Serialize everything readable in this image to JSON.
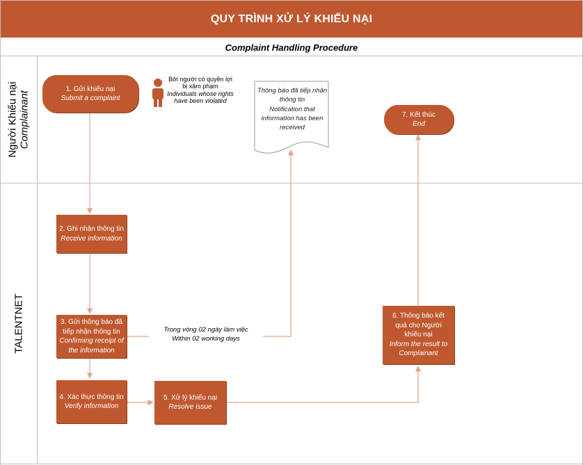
{
  "header": {
    "title": "QUY TRÌNH XỬ LÝ KHIẾU NẠI",
    "subtitle": "Complaint Handling Procedure"
  },
  "lanes": {
    "complainant_vi": "Người Khiếu nại",
    "complainant_en": "Complainant",
    "talentnet": "TALENTNET"
  },
  "nodes": {
    "n1": {
      "vi": "1. Gửi khiếu nại",
      "en": "Submit a complaint"
    },
    "n2": {
      "vi": "2. Ghi nhận thông tin",
      "en": "Receive information"
    },
    "n3": {
      "vi": "3. Gửi thông báo đã tiếp nhận thông tin",
      "en": "Confirming receipt of the information"
    },
    "n4": {
      "vi": "4. Xác thực thông tin",
      "en": "Verify information"
    },
    "n5": {
      "vi": "5. Xử lý khiếu nại",
      "en": "Resolve issue"
    },
    "n6": {
      "vi": "6. Thông báo kết quả cho Người khiếu nại",
      "en": "Inform the result to Complainant"
    },
    "n7": {
      "vi": "7. Kết thúc",
      "en": "End"
    }
  },
  "actor": {
    "vi": "Bởi người có quyền lợi bị xâm phạm",
    "en": "Individuals whose rights have been violated"
  },
  "document": {
    "vi": "Thông báo đã tiếp nhận thông tin",
    "en": "Notification that information has been received"
  },
  "edge_label": {
    "vi": "Trong vòng 02 ngày làm việc",
    "en": "Within 02 working days"
  },
  "colors": {
    "accent": "#c0582f",
    "line": "#e0a58c",
    "grid": "#bfbfbf"
  },
  "icons": [
    "person-icon",
    "document-icon"
  ]
}
